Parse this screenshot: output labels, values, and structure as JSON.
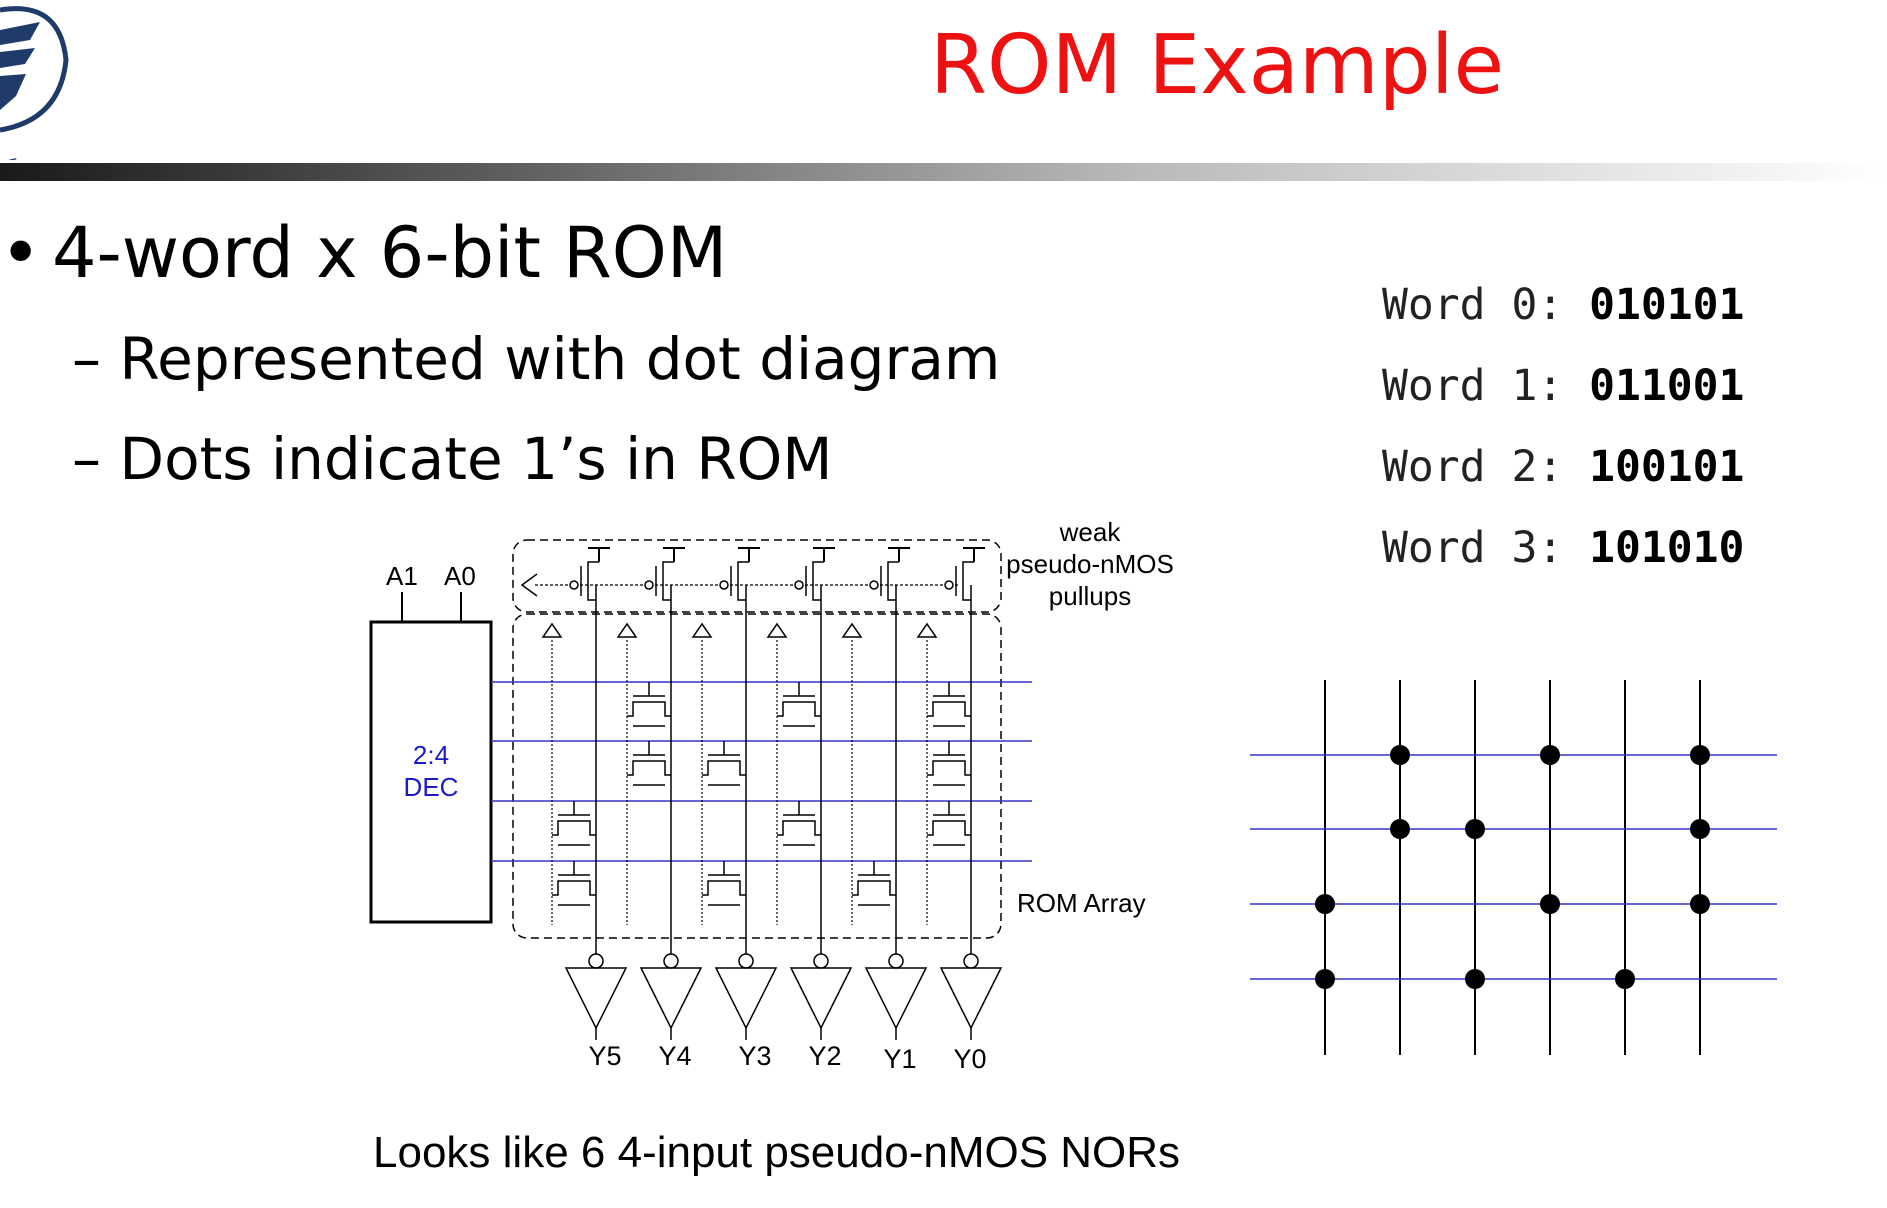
{
  "title": "ROM Example",
  "bullets": {
    "main": "4-word x 6-bit ROM",
    "sub": [
      "– Represented with dot diagram",
      "– Dots indicate 1’s in ROM"
    ]
  },
  "words": [
    {
      "label": "Word 0: ",
      "value": "010101"
    },
    {
      "label": "Word 1: ",
      "value": "011001"
    },
    {
      "label": "Word 2: ",
      "value": "100101"
    },
    {
      "label": "Word 3: ",
      "value": "101010"
    }
  ],
  "schematic": {
    "addr_inputs": [
      "A1",
      "A0"
    ],
    "decoder_label": [
      "2:4",
      "DEC"
    ],
    "pullup_label": [
      "weak",
      "pseudo-nMOS",
      "pullups"
    ],
    "array_label": "ROM Array",
    "outputs": [
      "Y5",
      "Y4",
      "Y3",
      "Y2",
      "Y1",
      "Y0"
    ]
  },
  "caption": "Looks like 6 4-input pseudo-nMOS NORs",
  "colors": {
    "title": "#ee1111",
    "wordline": "#3333cc",
    "decoder_text": "#1a1acc"
  }
}
